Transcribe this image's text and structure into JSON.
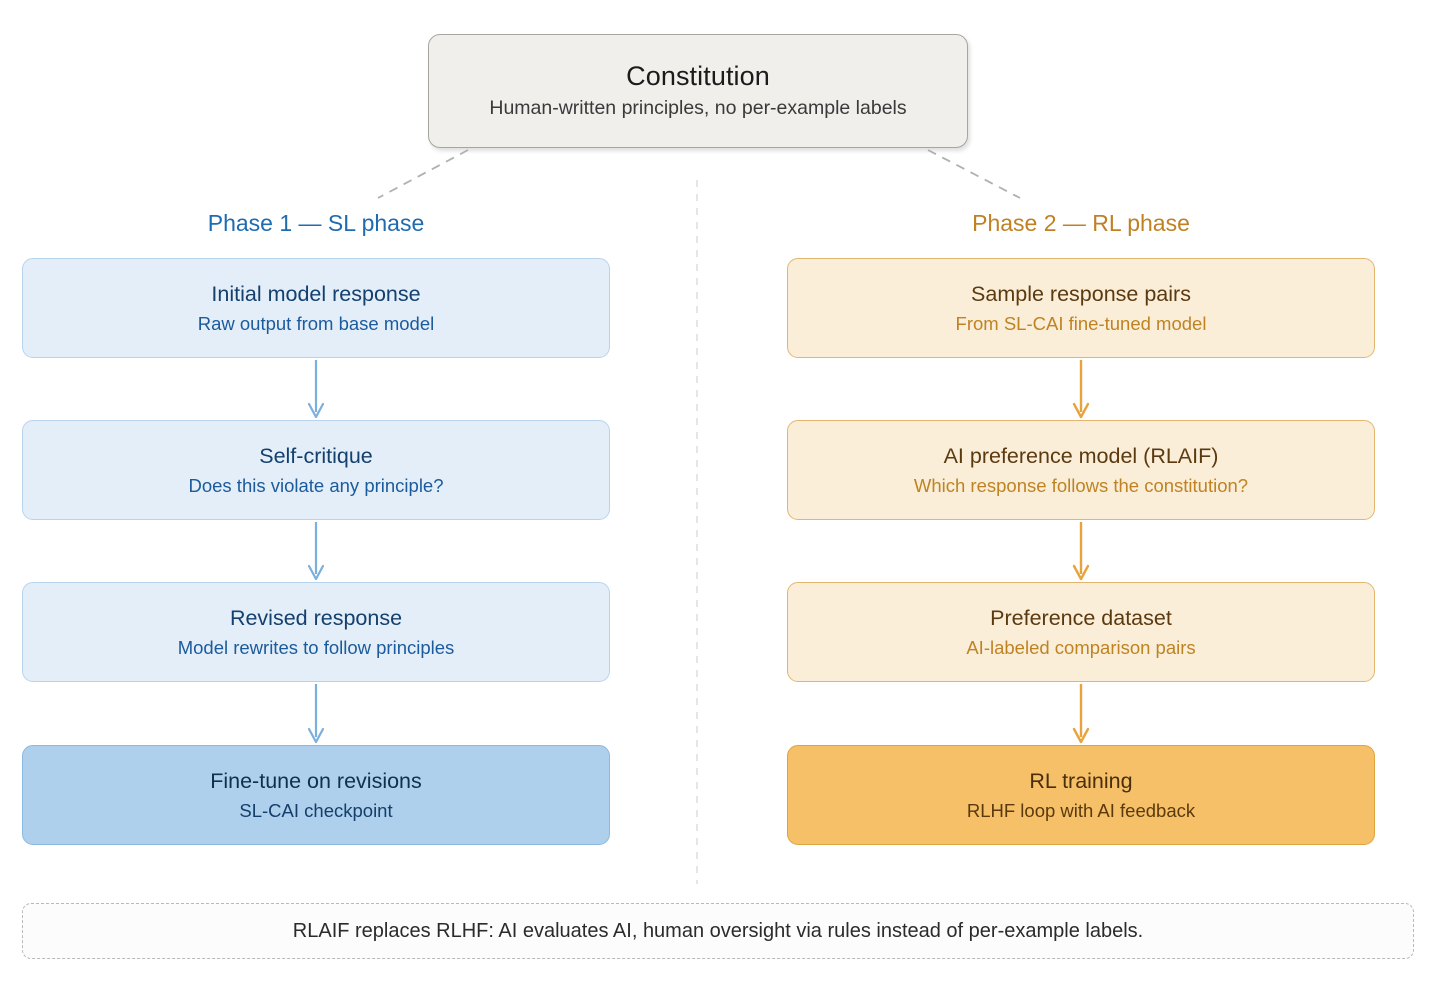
{
  "diagram": {
    "title_node": {
      "title": "Constitution",
      "subtitle": "Human-written principles, no per-example labels"
    },
    "phases": [
      {
        "heading": "Phase 1 — SL phase",
        "accent": "#1f6bb0",
        "steps": [
          {
            "title": "Initial model response",
            "subtitle": "Raw output from base model"
          },
          {
            "title": "Self-critique",
            "subtitle": "Does this violate any principle?"
          },
          {
            "title": "Revised response",
            "subtitle": "Model rewrites to follow principles"
          },
          {
            "title": "Fine-tune on revisions",
            "subtitle": "SL-CAI checkpoint"
          }
        ]
      },
      {
        "heading": "Phase 2 — RL phase",
        "accent": "#c08024",
        "steps": [
          {
            "title": "Sample response pairs",
            "subtitle": "From SL-CAI fine-tuned model"
          },
          {
            "title": "AI preference model (RLAIF)",
            "subtitle": "Which response follows the constitution?"
          },
          {
            "title": "Preference dataset",
            "subtitle": "AI-labeled comparison pairs"
          },
          {
            "title": "RL training",
            "subtitle": "RLHF loop with AI feedback"
          }
        ]
      }
    ],
    "footer_note": "RLAIF replaces RLHF: AI evaluates AI, human oversight via rules instead of per-example labels.",
    "colors": {
      "blue_fill": "#e3eef9",
      "blue_fill_strong": "#aed0ed",
      "blue_border": "#b8d4ec",
      "blue_title": "#14406e",
      "blue_sub": "#1b5b9c",
      "orange_fill": "#faeed9",
      "orange_fill_strong": "#f6c069",
      "orange_border": "#e3b670",
      "orange_title": "#5c3a10",
      "orange_sub": "#bf8322",
      "constitution_fill": "#f0efec",
      "constitution_border": "#a7a5a0",
      "connector_dashed": "#b0b0b0",
      "divider_dashed": "#e3e3e3",
      "arrow_blue": "#7ab0de",
      "arrow_orange": "#e8a33c"
    }
  }
}
